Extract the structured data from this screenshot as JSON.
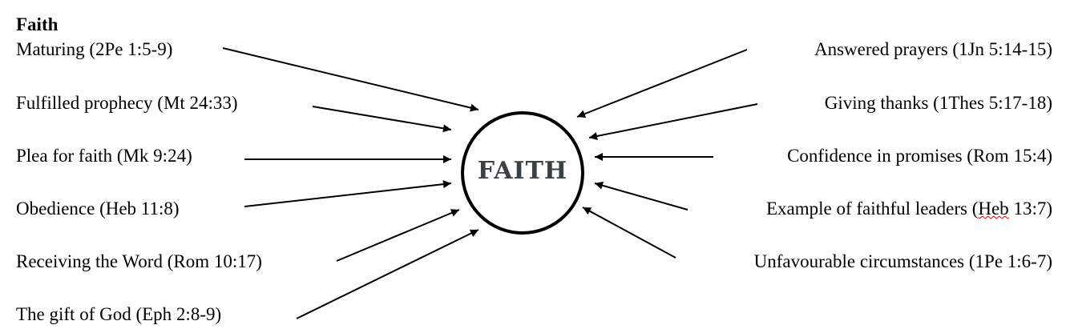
{
  "title": "Faith",
  "center_label": "FAITH",
  "left_items": [
    "Maturing (2Pe 1:5-9)",
    "Fulfilled prophecy (Mt 24:33)",
    "Plea for faith (Mk 9:24)",
    "Obedience (Heb 11:8)",
    "Receiving the Word (Rom 10:17)",
    "The gift of God (Eph 2:8-9)"
  ],
  "right_items": [
    "Answered prayers (1Jn 5:14-15)",
    "Giving thanks (1Thes 5:17-18)",
    "Confidence in promises (Rom 15:4)",
    {
      "before": "Example of faithful leaders (",
      "underlined": "Heb",
      "after": " 13:7)"
    },
    "Unfavourable circumstances (1Pe 1:6-7)"
  ]
}
